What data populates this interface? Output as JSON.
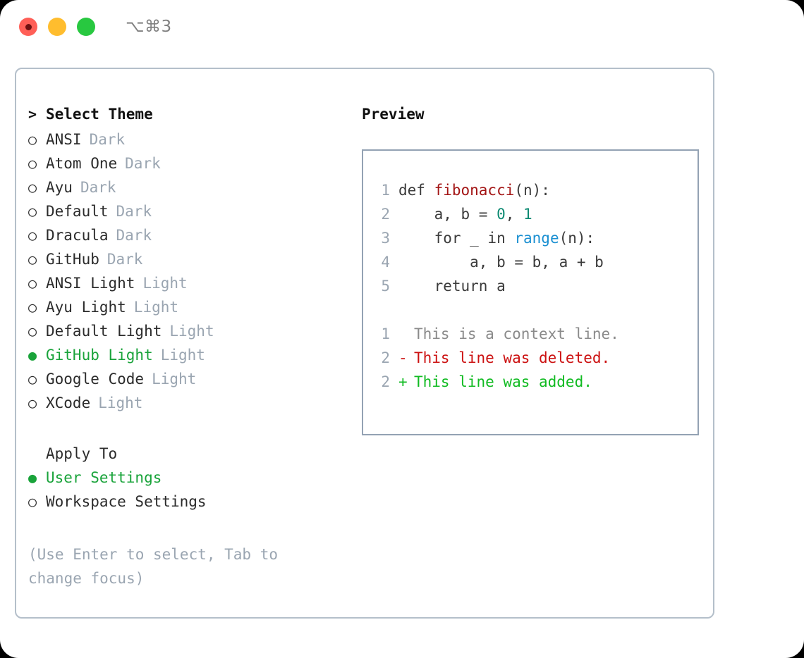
{
  "titlebar": {
    "shortcut": "⌥⌘3",
    "lights": [
      {
        "name": "close",
        "color": "#ff5f57"
      },
      {
        "name": "minimize",
        "color": "#ffbd2e"
      },
      {
        "name": "maximize",
        "color": "#28c840"
      }
    ]
  },
  "theme_panel": {
    "caret": ">",
    "title": "Select Theme",
    "bullet_selected": "●",
    "bullet_unselected": "○",
    "items": [
      {
        "label": "ANSI",
        "variant": "Dark",
        "selected": false
      },
      {
        "label": "Atom One",
        "variant": "Dark",
        "selected": false
      },
      {
        "label": "Ayu",
        "variant": "Dark",
        "selected": false
      },
      {
        "label": "Default",
        "variant": "Dark",
        "selected": false
      },
      {
        "label": "Dracula",
        "variant": "Dark",
        "selected": false
      },
      {
        "label": "GitHub",
        "variant": "Dark",
        "selected": false
      },
      {
        "label": "ANSI Light",
        "variant": "Light",
        "selected": false
      },
      {
        "label": "Ayu Light",
        "variant": "Light",
        "selected": false
      },
      {
        "label": "Default Light",
        "variant": "Light",
        "selected": false
      },
      {
        "label": "GitHub Light",
        "variant": "Light",
        "selected": true
      },
      {
        "label": "Google Code",
        "variant": "Light",
        "selected": false
      },
      {
        "label": "XCode",
        "variant": "Light",
        "selected": false
      }
    ]
  },
  "apply_to": {
    "title": "Apply To",
    "items": [
      {
        "label": "User Settings",
        "selected": true
      },
      {
        "label": "Workspace Settings",
        "selected": false
      }
    ]
  },
  "hint": "(Use Enter to select, Tab to change focus)",
  "preview": {
    "title": "Preview",
    "code_lines": [
      {
        "number": "1",
        "tokens": [
          {
            "text": "def ",
            "type": "plain"
          },
          {
            "text": "fibonacci",
            "type": "function"
          },
          {
            "text": "(n):",
            "type": "plain"
          }
        ]
      },
      {
        "number": "2",
        "tokens": [
          {
            "text": "    a, b = ",
            "type": "plain"
          },
          {
            "text": "0",
            "type": "number"
          },
          {
            "text": ", ",
            "type": "plain"
          },
          {
            "text": "1",
            "type": "number"
          }
        ]
      },
      {
        "number": "3",
        "tokens": [
          {
            "text": "    for _ in ",
            "type": "plain"
          },
          {
            "text": "range",
            "type": "builtin"
          },
          {
            "text": "(n):",
            "type": "plain"
          }
        ]
      },
      {
        "number": "4",
        "tokens": [
          {
            "text": "        a, b = b, a + b",
            "type": "plain"
          }
        ]
      },
      {
        "number": "5",
        "tokens": [
          {
            "text": "    return a",
            "type": "plain"
          }
        ]
      }
    ],
    "diff_lines": [
      {
        "number": "1",
        "sign": " ",
        "text": "This is a context line.",
        "kind": "context"
      },
      {
        "number": "2",
        "sign": "-",
        "text": "This line was deleted.",
        "kind": "deleted"
      },
      {
        "number": "2",
        "sign": "+",
        "text": "This line was added.",
        "kind": "added"
      }
    ]
  },
  "colors": {
    "accent_green": "#19a33a",
    "muted": "#9aa5b1",
    "function": "#a31515",
    "number": "#0d8a72",
    "builtin": "#1a8fd1",
    "diff_added": "#11bb22",
    "diff_deleted": "#cc1111",
    "border": "#b4bfca"
  }
}
